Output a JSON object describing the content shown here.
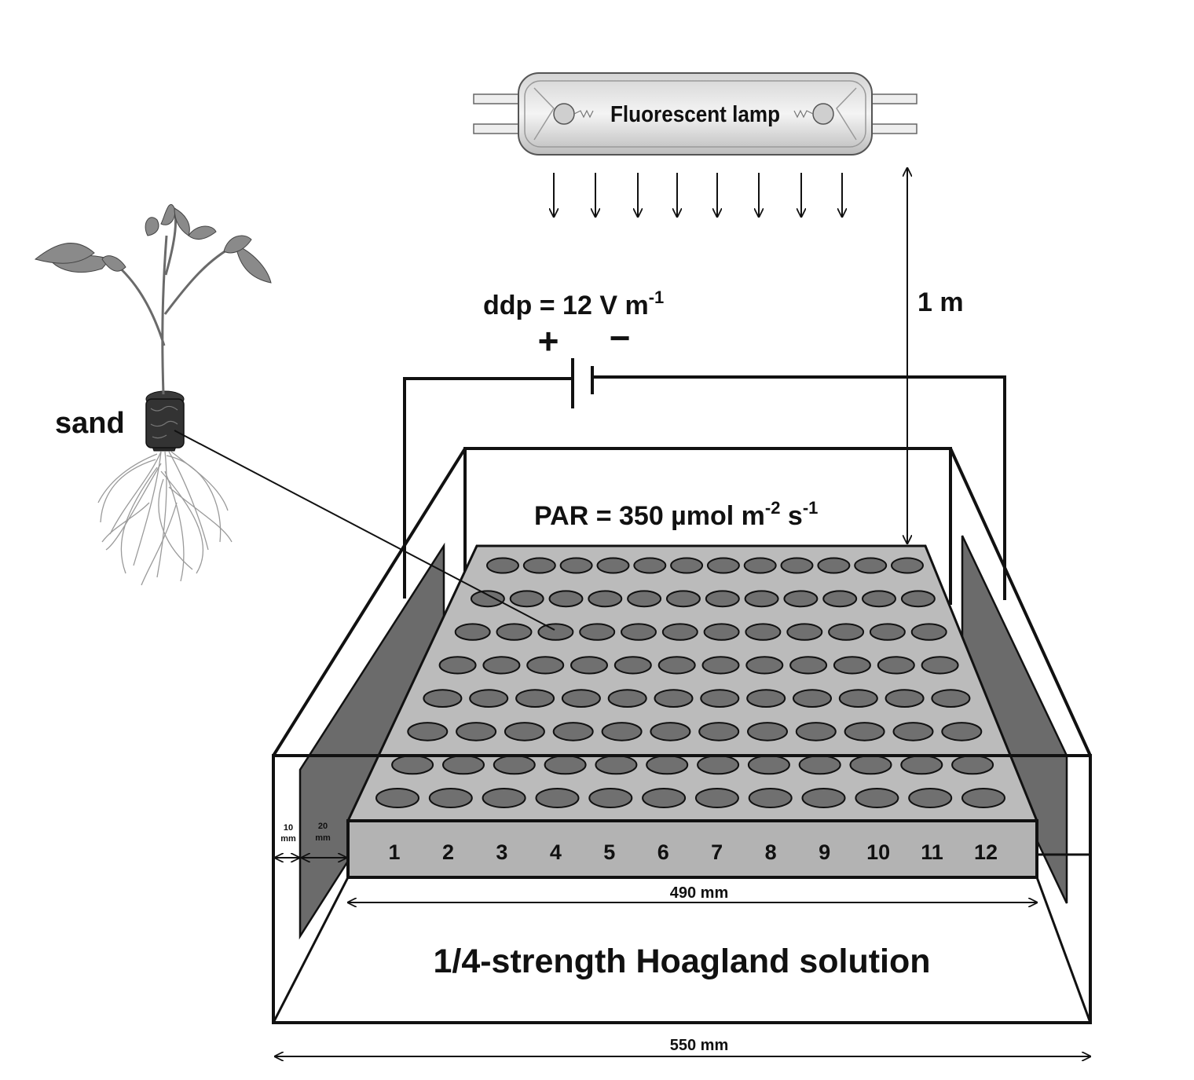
{
  "lamp": {
    "label": "Fluorescent lamp"
  },
  "distance": {
    "label": "1 m"
  },
  "voltage": {
    "prefix": "ddp = 12 V m",
    "sup": "-1",
    "plus": "+",
    "minus": "−"
  },
  "par": {
    "prefix": "PAR = 350 µmol m",
    "sup1": "-2",
    "mid": " s",
    "sup2": "-1"
  },
  "plant": {
    "sand_label": "sand"
  },
  "tray": {
    "rows": 8,
    "cols": 12,
    "column_numbers": [
      "1",
      "2",
      "3",
      "4",
      "5",
      "6",
      "7",
      "8",
      "9",
      "10",
      "11",
      "12"
    ],
    "width_label": "490 mm"
  },
  "electrode": {
    "gap1_value": "10",
    "gap1_unit": "mm",
    "gap2_value": "20",
    "gap2_unit": "mm"
  },
  "tank": {
    "solution_label": "1/4-strength Hoagland solution",
    "width_label": "550 mm"
  },
  "colors": {
    "electrode": "#6b6b6b",
    "tray_front": "#b3b3b3",
    "hole": "#707070",
    "outline": "#111111"
  }
}
